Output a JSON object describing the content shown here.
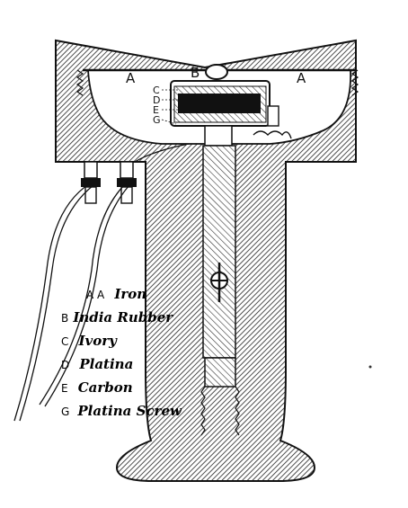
{
  "diagram": {
    "part_labels": {
      "iron_left": "A",
      "rubber": "B",
      "iron_right": "A",
      "stack": [
        "C",
        "D",
        "E",
        "G"
      ]
    },
    "legend": [
      {
        "key": "A A",
        "value": "Iron"
      },
      {
        "key": "B",
        "value": "India Rubber"
      },
      {
        "key": "C",
        "value": "Ivory"
      },
      {
        "key": "D",
        "value": "Platina"
      },
      {
        "key": "E",
        "value": "Carbon"
      },
      {
        "key": "G",
        "value": "Platina Screw"
      }
    ]
  }
}
